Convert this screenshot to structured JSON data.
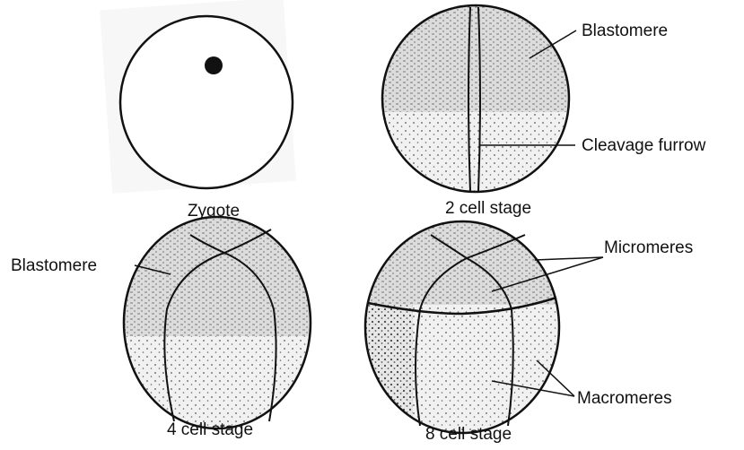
{
  "stages": {
    "zygote": {
      "caption": "Zygote"
    },
    "two_cell": {
      "caption": "2 cell stage",
      "label_blastomere": "Blastomere",
      "label_furrow": "Cleavage furrow"
    },
    "four_cell": {
      "caption": "4 cell stage",
      "label_blastomere": "Blastomere"
    },
    "eight_cell": {
      "caption": "8 cell stage",
      "label_micromeres": "Micromeres",
      "label_macromeres": "Macromeres"
    }
  },
  "colors": {
    "ink": "#111111",
    "upper_shade": "#d4d4d4",
    "lower_shade": "#eeeeee",
    "paper": "#ffffff"
  }
}
